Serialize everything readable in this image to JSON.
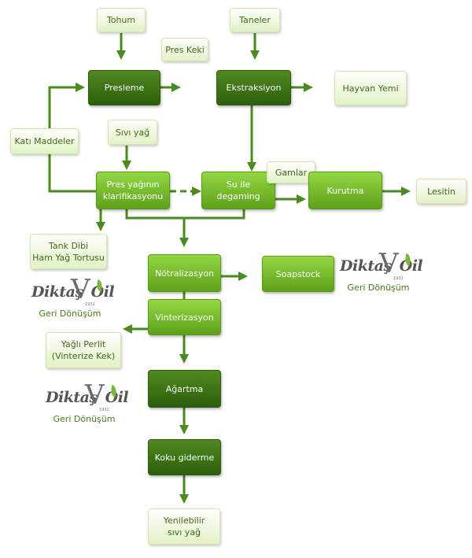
{
  "nodes": {
    "tohum": "Tohum",
    "taneler": "Taneler",
    "pres_keki": "Pres Keki",
    "presleme": "Presleme",
    "ekstraksiyon": "Ekstraksiyon",
    "hayvan_yemi": "Hayvan Yemi",
    "kati_maddeler": "Katı Maddeler",
    "sivi_yag": "Sıvı yağ",
    "pres_yaginin": "Pres yağının\nklarifikasyonu",
    "su_ile": "Su ile\ndegaming",
    "gamlar": "Gamlar",
    "kurutma": "Kurutma",
    "lesitin": "Lesitin",
    "tank_dibi": "Tank Dibi\nHam Yağ Tortusu",
    "notralizasyon": "Nötralizasyon",
    "soapstock": "Soapstock",
    "vinterizasyon": "Vinterizasyon",
    "yagli_perlit": "Yağlı Perlit\n(Vinterize Kek)",
    "agartma": "Ağartma",
    "koku_giderme": "Koku giderme",
    "yenilebilir": "Yenilebilir\nsıvı yağ"
  },
  "logo": {
    "brand_left": "Diktaş",
    "brand_right": "Oil",
    "year": "1932",
    "caption": "Geri Dönüşüm"
  },
  "colors": {
    "arrow": "#4a8a1e",
    "light_box_text": "#3f6a14",
    "mid_green": "#6cb22a",
    "dark_green": "#3a7016"
  }
}
